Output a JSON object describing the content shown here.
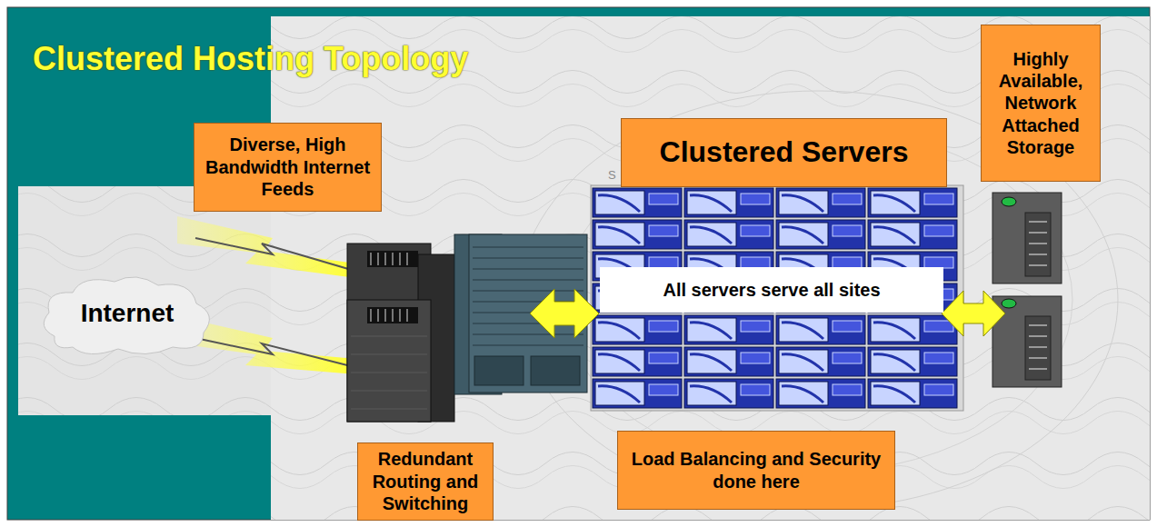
{
  "diagram": {
    "title": "Clustered Hosting Topology",
    "nodes": [
      {
        "text": [
          "Diverse, High Bandwidth Internet Feeds"
        ]
      },
      {
        "text": [
          "Clustered Servers"
        ]
      },
      {
        "text": [
          "Highly Available, Network Attached Storage"
        ]
      },
      {
        "text": [
          "Internet"
        ]
      },
      {
        "text": [
          "All servers serve all sites"
        ]
      },
      {
        "text": [
          "Redundant Routing and Switching"
        ]
      },
      {
        "text": [
          "Load Balancing and Security done here"
        ]
      }
    ],
    "labels": [
      "S"
    ]
  }
}
